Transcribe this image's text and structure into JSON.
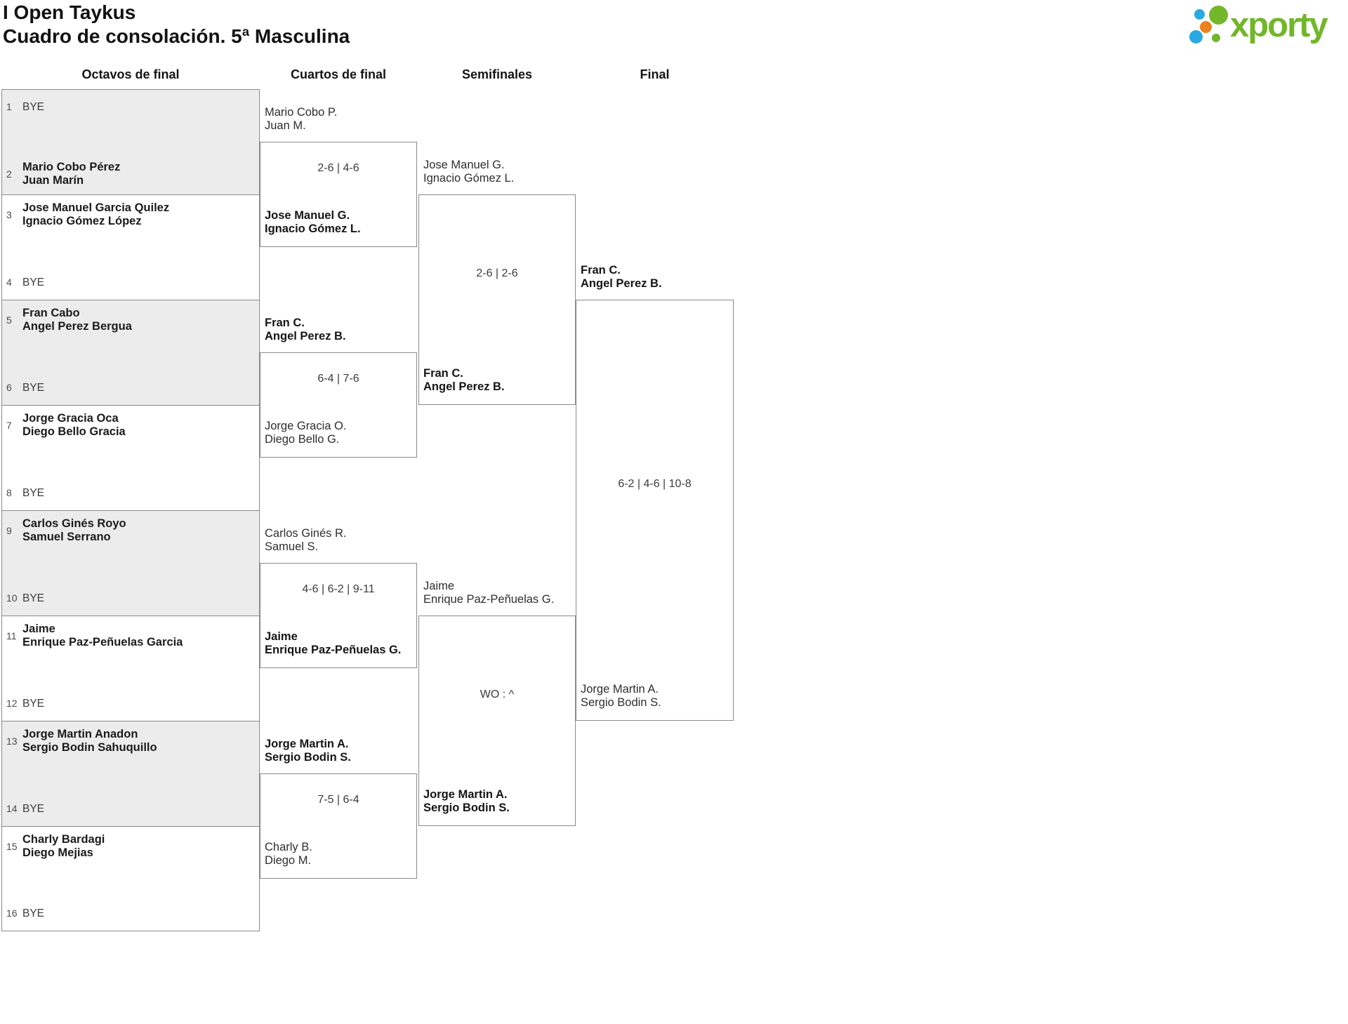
{
  "page": {
    "title": "I Open Taykus",
    "subtitle": "Cuadro de consolación. 5ª Masculina"
  },
  "logo": {
    "text": "xporty",
    "green": "#72b62a",
    "blue": "#29a9e1",
    "orange": "#e8821e"
  },
  "rounds": [
    {
      "label": "Octavos de final"
    },
    {
      "label": "Cuartos de final"
    },
    {
      "label": "Semifinales"
    },
    {
      "label": "Final"
    }
  ],
  "octavos": {
    "entries": [
      {
        "seed": "1",
        "bye": true,
        "lines": [
          "BYE"
        ]
      },
      {
        "seed": "2",
        "bye": false,
        "lines": [
          "Mario Cobo Pérez",
          "Juan Marín"
        ]
      },
      {
        "seed": "3",
        "bye": false,
        "lines": [
          "Jose Manuel Garcia Quilez",
          "Ignacio Gómez López"
        ]
      },
      {
        "seed": "4",
        "bye": true,
        "lines": [
          "BYE"
        ]
      },
      {
        "seed": "5",
        "bye": false,
        "lines": [
          "Fran Cabo",
          "Angel Perez Bergua"
        ]
      },
      {
        "seed": "6",
        "bye": true,
        "lines": [
          "BYE"
        ]
      },
      {
        "seed": "7",
        "bye": false,
        "lines": [
          "Jorge Gracia Oca",
          "Diego Bello Gracia"
        ]
      },
      {
        "seed": "8",
        "bye": true,
        "lines": [
          "BYE"
        ]
      },
      {
        "seed": "9",
        "bye": false,
        "lines": [
          "Carlos Ginés Royo",
          "Samuel Serrano"
        ]
      },
      {
        "seed": "10",
        "bye": true,
        "lines": [
          "BYE"
        ]
      },
      {
        "seed": "11",
        "bye": false,
        "lines": [
          "Jaime",
          "Enrique Paz-Peñuelas Garcia"
        ]
      },
      {
        "seed": "12",
        "bye": true,
        "lines": [
          "BYE"
        ]
      },
      {
        "seed": "13",
        "bye": false,
        "lines": [
          "Jorge Martin Anadon",
          "Sergio Bodin Sahuquillo"
        ]
      },
      {
        "seed": "14",
        "bye": true,
        "lines": [
          "BYE"
        ]
      },
      {
        "seed": "15",
        "bye": false,
        "lines": [
          "Charly Bardagi",
          "Diego Mejias"
        ]
      },
      {
        "seed": "16",
        "bye": true,
        "lines": [
          "BYE"
        ]
      }
    ]
  },
  "matches": {
    "cuartos": [
      {
        "teamA": {
          "lines": [
            "Mario Cobo P.",
            "Juan M."
          ],
          "winner": false
        },
        "teamB": {
          "lines": [
            "Jose Manuel G.",
            "Ignacio Gómez L."
          ],
          "winner": true
        },
        "score": "2-6 | 4-6"
      },
      {
        "teamA": {
          "lines": [
            "Fran C.",
            "Angel Perez B."
          ],
          "winner": true
        },
        "teamB": {
          "lines": [
            "Jorge Gracia O.",
            "Diego Bello G."
          ],
          "winner": false
        },
        "score": "6-4 | 7-6"
      },
      {
        "teamA": {
          "lines": [
            "Carlos Ginés R.",
            "Samuel S."
          ],
          "winner": false
        },
        "teamB": {
          "lines": [
            "Jaime",
            "Enrique Paz-Peñuelas G."
          ],
          "winner": true
        },
        "score": "4-6 | 6-2 | 9-11"
      },
      {
        "teamA": {
          "lines": [
            "Jorge Martin A.",
            "Sergio Bodin S."
          ],
          "winner": true
        },
        "teamB": {
          "lines": [
            "Charly B.",
            "Diego M."
          ],
          "winner": false
        },
        "score": "7-5 | 6-4"
      }
    ],
    "semifinales": [
      {
        "teamA": {
          "lines": [
            "Jose Manuel G.",
            "Ignacio Gómez L."
          ],
          "winner": false
        },
        "teamB": {
          "lines": [
            "Fran C.",
            "Angel Perez B."
          ],
          "winner": true
        },
        "score": "2-6 | 2-6"
      },
      {
        "teamA": {
          "lines": [
            "Jaime",
            "Enrique Paz-Peñuelas G."
          ],
          "winner": false
        },
        "teamB": {
          "lines": [
            "Jorge Martin A.",
            "Sergio Bodin S."
          ],
          "winner": true
        },
        "score": "WO : ^"
      }
    ],
    "final": [
      {
        "teamA": {
          "lines": [
            "Fran C.",
            "Angel Perez B."
          ],
          "winner": true
        },
        "teamB": {
          "lines": [
            "Jorge Martin A.",
            "Sergio Bodin S."
          ],
          "winner": false
        },
        "score": "6-2 | 4-6 | 10-8"
      }
    ]
  }
}
